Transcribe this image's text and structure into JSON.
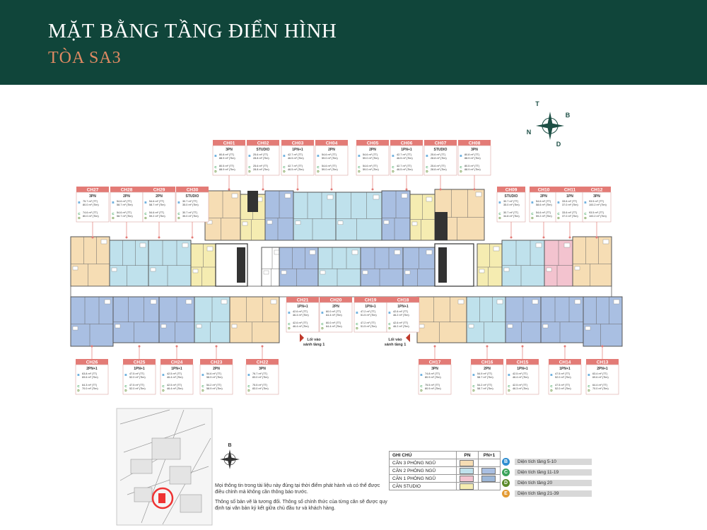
{
  "header": {
    "title": "MẶT BẰNG TẦNG ĐIỂN HÌNH",
    "subtitle": "TÒA SA3"
  },
  "colors": {
    "header_bg": "#10453a",
    "subtitle": "#e08a63",
    "unit_tag": "#e37b76",
    "bed3": "#f6ddb4",
    "bed2": "#bfe1ec",
    "bed2plus": "#a9bfe2",
    "bed1": "#f3c3cf",
    "bed1plus": "#9db7d8",
    "studio": "#f5ecb1"
  },
  "compass_letters": [
    "T",
    "B",
    "N",
    "D"
  ],
  "units_top": [
    {
      "code": "CH01",
      "type": "3PN",
      "a1": "80.8 m² (TT)",
      "a2": "88.9 m² (Tim)",
      "a3": "80.5 m² (TT)",
      "a4": "88.9 m² (Tim)"
    },
    {
      "code": "CH02",
      "type": "STUDIO",
      "a1": "25.6 m² (TT)",
      "a2": "28.8 m² (Tim)",
      "a3": "25.6 m² (TT)",
      "a4": "28.8 m² (Tim)"
    },
    {
      "code": "CH03",
      "type": "1PN+1",
      "a1": "42.7 m² (TT)",
      "a2": "46.5 m² (Tim)",
      "a3": "42.7 m² (TT)",
      "a4": "46.5 m² (Tim)"
    },
    {
      "code": "CH04",
      "type": "2PN",
      "a1": "54.6 m² (TT)",
      "a2": "59.0 m² (Tim)",
      "a3": "54.6 m² (TT)",
      "a4": "59.0 m² (Tim)"
    },
    {
      "code": "CH05",
      "type": "2PN",
      "a1": "54.6 m² (TT)",
      "a2": "59.0 m² (Tim)",
      "a3": "54.6 m² (TT)",
      "a4": "59.0 m² (Tim)"
    },
    {
      "code": "CH06",
      "type": "1PN+1",
      "a1": "42.7 m² (TT)",
      "a2": "46.5 m² (Tim)",
      "a3": "42.7 m² (TT)",
      "a4": "46.5 m² (Tim)"
    },
    {
      "code": "CH07",
      "type": "STUDIO",
      "a1": "25.6 m² (TT)",
      "a2": "28.8 m² (Tim)",
      "a3": "25.6 m² (TT)",
      "a4": "28.8 m² (Tim)"
    },
    {
      "code": "CH08",
      "type": "3PN",
      "a1": "80.8 m² (TT)",
      "a2": "88.9 m² (Tim)",
      "a3": "80.5 m² (TT)",
      "a4": "88.9 m² (Tim)"
    }
  ],
  "units_upper_left": [
    {
      "code": "CH27",
      "type": "3PN",
      "a1": "75.7 m² (TT)",
      "a2": "80.0 m² (Tim)",
      "a3": "74.6 m² (TT)",
      "a4": "80.0 m² (Tim)"
    },
    {
      "code": "CH28",
      "type": "2PN",
      "a1": "54.6 m² (TT)",
      "a2": "58.7 m² (Tim)",
      "a3": "54.6 m² (TT)",
      "a4": "58.7 m² (Tim)"
    },
    {
      "code": "CH29",
      "type": "2PN",
      "a1": "54.6 m² (TT)",
      "a2": "58.7 m² (Tim)",
      "a3": "54.6 m² (TT)",
      "a4": "59.2 m² (Tim)"
    },
    {
      "code": "CH30",
      "type": "STUDIO",
      "a1": "30.7 m² (TT)",
      "a2": "35.0 m² (Tim)",
      "a3": "30.7 m² (TT)",
      "a4": "35.0 m² (Tim)"
    }
  ],
  "units_upper_right": [
    {
      "code": "CH09",
      "type": "STUDIO",
      "a1": "30.7 m² (TT)",
      "a2": "35.0 m² (Tim)",
      "a3": "30.7 m² (TT)",
      "a4": "34.8 m² (Tim)"
    },
    {
      "code": "CH10",
      "type": "2PN",
      "a1": "54.6 m² (TT)",
      "a2": "58.6 m² (Tim)",
      "a3": "54.6 m² (TT)",
      "a4": "59.2 m² (Tim)"
    },
    {
      "code": "CH11",
      "type": "1PN",
      "a1": "33.6 m² (TT)",
      "a2": "37.0 m² (Tim)",
      "a3": "33.6 m² (TT)",
      "a4": "37.0 m² (Tim)"
    },
    {
      "code": "CH12",
      "type": "3PN",
      "a1": "93.5 m² (TT)",
      "a2": "100.2 m² (Tim)",
      "a3": "93.5 m² (TT)",
      "a4": "100.2 m² (Tim)"
    }
  ],
  "units_mid": [
    {
      "code": "CH21",
      "type": "1PN+1",
      "a1": "42.6 m² (TT)",
      "a2": "46.4 m² (Tim)",
      "a3": "42.6 m² (TT)",
      "a4": "46.4 m² (Tim)"
    },
    {
      "code": "CH20",
      "type": "2PN",
      "a1": "60.0 m² (TT)",
      "a2": "64.4 m² (Tim)",
      "a3": "60.0 m² (TT)",
      "a4": "64.4 m² (Tim)"
    },
    {
      "code": "CH19",
      "type": "1PN+1",
      "a1": "47.2 m² (TT)",
      "a2": "51.5 m² (Tim)",
      "a3": "47.2 m² (TT)",
      "a4": "51.5 m² (Tim)"
    },
    {
      "code": "CH18",
      "type": "1PN+1",
      "a1": "42.6 m² (TT)",
      "a2": "46.2 m² (Tim)",
      "a3": "42.6 m² (TT)",
      "a4": "46.2 m² (Tim)"
    }
  ],
  "units_bottom": [
    {
      "code": "CH26",
      "type": "2PN+1",
      "a1": "63.8 m² (TT)",
      "a2": "69.6 m² (Tim)",
      "a3": "64.3 m² (TT)",
      "a4": "70.0 m² (Tim)"
    },
    {
      "code": "CH25",
      "type": "1PN+1",
      "a1": "47.5 m² (TT)",
      "a2": "52.0 m² (Tim)",
      "a3": "47.5 m² (TT)",
      "a4": "52.0 m² (Tim)"
    },
    {
      "code": "CH24",
      "type": "1PN+1",
      "a1": "42.5 m² (TT)",
      "a2": "46.4 m² (Tim)",
      "a3": "42.5 m² (TT)",
      "a4": "46.4 m² (Tim)"
    },
    {
      "code": "CH23",
      "type": "2PN",
      "a1": "54.6 m² (TT)",
      "a2": "58.9 m² (Tim)",
      "a3": "54.2 m² (TT)",
      "a4": "58.9 m² (Tim)"
    },
    {
      "code": "CH22",
      "type": "3PN",
      "a1": "76.7 m² (TT)",
      "a2": "83.0 m² (Tim)",
      "a3": "75.5 m² (TT)",
      "a4": "83.0 m² (Tim)"
    },
    {
      "code": "CH17",
      "type": "3PN",
      "a1": "74.8 m² (TT)",
      "a2": "80.9 m² (Tim)",
      "a3": "75.5 m² (TT)",
      "a4": "80.9 m² (Tim)"
    },
    {
      "code": "CH16",
      "type": "2PN",
      "a1": "54.9 m² (TT)",
      "a2": "58.7 m² (Tim)",
      "a3": "54.2 m² (TT)",
      "a4": "58.7 m² (Tim)"
    },
    {
      "code": "CH15",
      "type": "1PN+1",
      "a1": "42.5 m² (TT)",
      "a2": "46.4 m² (Tim)",
      "a3": "42.5 m² (TT)",
      "a4": "46.3 m² (Tim)"
    },
    {
      "code": "CH14",
      "type": "1PN+1",
      "a1": "47.5 m² (TT)",
      "a2": "52.0 m² (Tim)",
      "a3": "47.5 m² (TT)",
      "a4": "52.0 m² (Tim)"
    },
    {
      "code": "CH13",
      "type": "2PN+1",
      "a1": "63.4 m² (TT)",
      "a2": "69.6 m² (Tim)",
      "a3": "64.4 m² (TT)",
      "a4": "70.0 m² (Tim)"
    }
  ],
  "entrances": [
    "Lối vào sảnh tầng 1",
    "Lối vào sảnh tầng 1"
  ],
  "letters": [
    "B",
    "C",
    "D",
    "E"
  ],
  "map_compass": "B",
  "notes": [
    "Mọi thông tin trong tài liệu này đúng tại thời điểm phát hành và có thể được điều chỉnh mà không cần thông báo trước.",
    "Thông số bản vẽ là tương đối. Thông số chính thức của từng căn sẽ được quy định tại văn bản ký kết giữa chủ đầu tư và khách hàng."
  ],
  "legend": {
    "h1": "GHI CHÚ",
    "h2": "PN",
    "h3": "PN+1",
    "rows": [
      "CĂN 3 PHÒNG NGỦ",
      "CĂN 2 PHÒNG NGỦ",
      "CĂN 1 PHÒNG NGỦ",
      "CĂN STUDIO"
    ],
    "areas": [
      {
        "letter": "B",
        "color": "#2f8ed0",
        "text": "Diện tích tầng 5-10"
      },
      {
        "letter": "C",
        "color": "#3aa35a",
        "text": "Diện tích tầng 11-19"
      },
      {
        "letter": "D",
        "color": "#5b8a2a",
        "text": "Diện tích tầng 20"
      },
      {
        "letter": "E",
        "color": "#e39a32",
        "text": "Diện tích tầng 21-39"
      }
    ]
  }
}
